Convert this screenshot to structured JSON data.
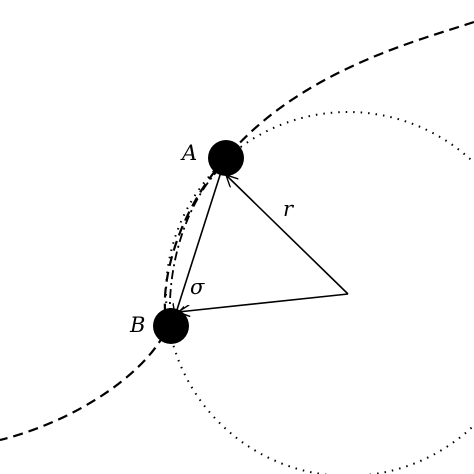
{
  "diagram": {
    "labels": {
      "point_a": "A",
      "point_b": "B",
      "radius": "r",
      "separation": "σ"
    },
    "colors": {
      "ink": "#000000",
      "background": "#ffffff"
    }
  }
}
